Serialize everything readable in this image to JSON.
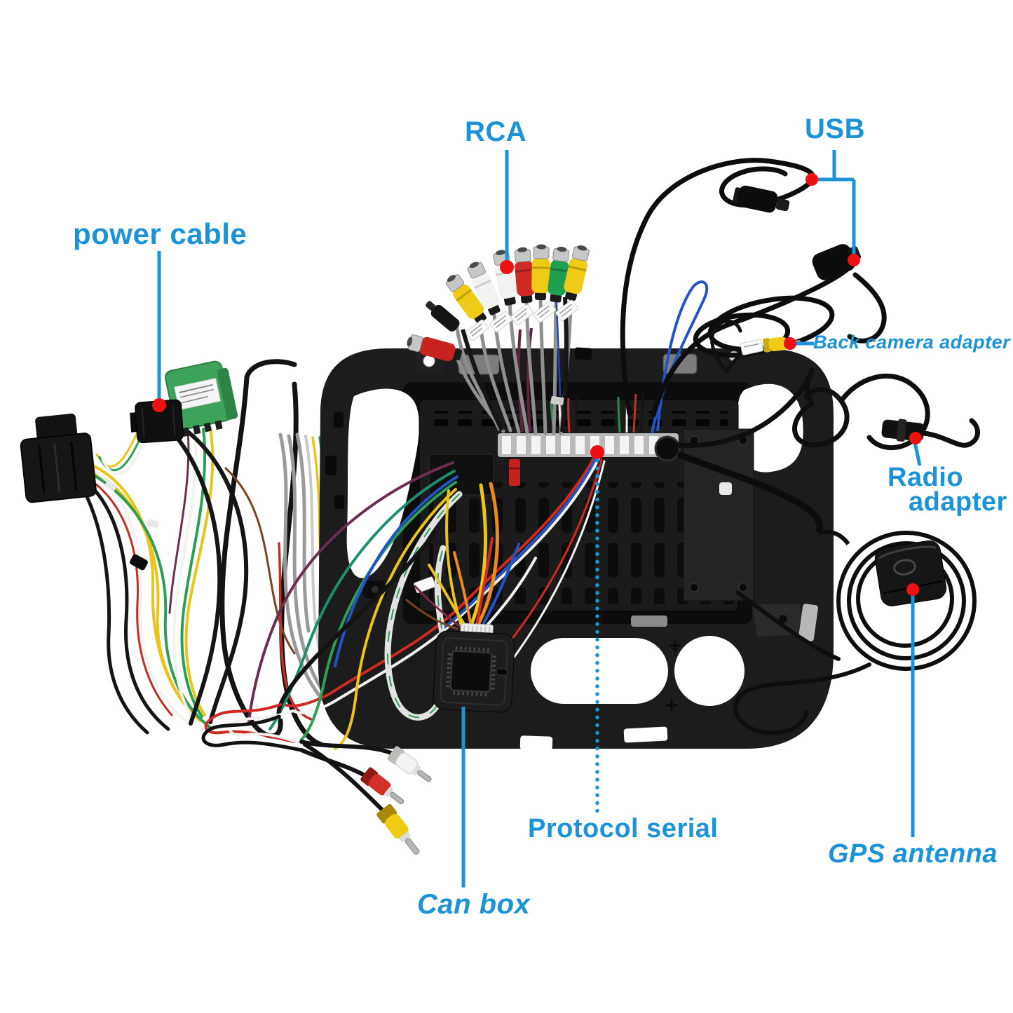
{
  "scene": {
    "description": "Rear view photo-diagram of a car stereo dash frame with head unit and all wiring harnesses laid out on a white background",
    "background": "#ffffff"
  },
  "palette": {
    "label_blue": "#1b93d6",
    "marker_red": "#ee1111",
    "frame_black": "#1c1c1c",
    "rca_yellow": "#efcb16",
    "rca_red": "#cf2a24",
    "rca_white": "#f2f2f0",
    "rca_green": "#1f9e50",
    "power_connector_green": "#3da35a"
  },
  "labels": {
    "rca": "RCA",
    "usb": "USB",
    "power_cable": "power cable",
    "back_camera_adapter": "Back camera adapter",
    "radio_adapter": {
      "line1": "Radio",
      "line2": "adapter"
    },
    "protocol_serial": "Protocol serial",
    "gps_antenna": "GPS antenna",
    "can_box": "Can box"
  }
}
